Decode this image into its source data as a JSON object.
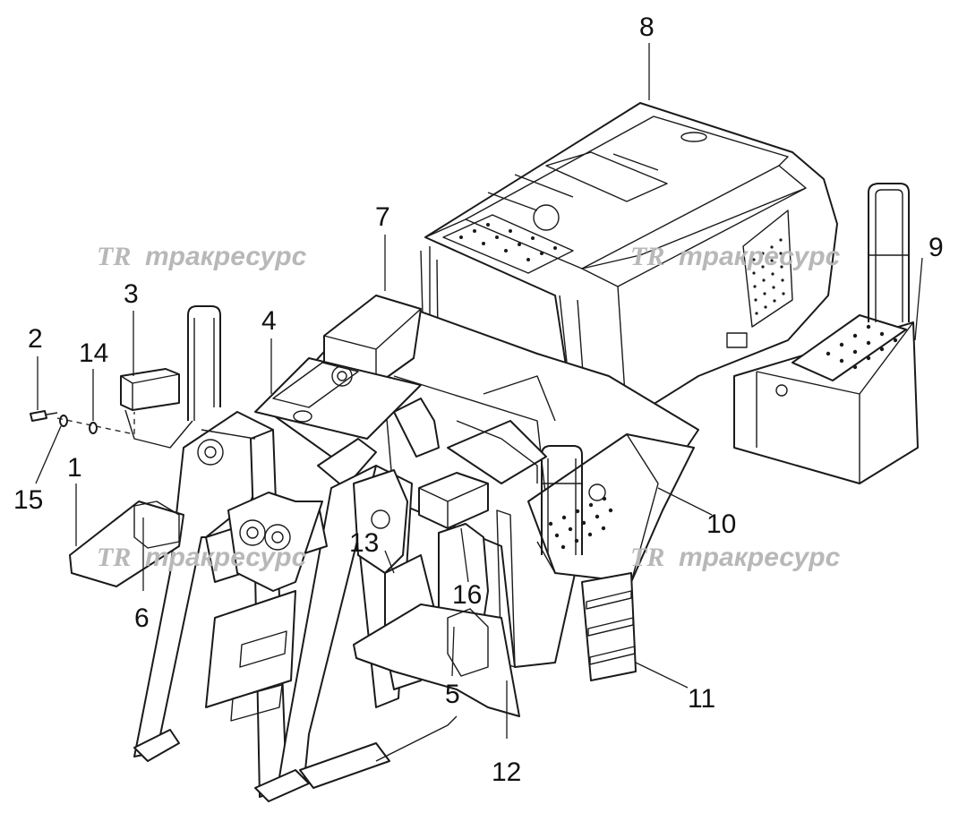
{
  "callouts": [
    {
      "id": "1",
      "label": "1"
    },
    {
      "id": "2",
      "label": "2"
    },
    {
      "id": "3",
      "label": "3"
    },
    {
      "id": "4",
      "label": "4"
    },
    {
      "id": "5",
      "label": "5"
    },
    {
      "id": "6",
      "label": "6"
    },
    {
      "id": "7",
      "label": "7"
    },
    {
      "id": "8",
      "label": "8"
    },
    {
      "id": "9",
      "label": "9"
    },
    {
      "id": "10",
      "label": "10"
    },
    {
      "id": "11",
      "label": "11"
    },
    {
      "id": "12",
      "label": "12"
    },
    {
      "id": "13",
      "label": "13"
    },
    {
      "id": "14",
      "label": "14"
    },
    {
      "id": "15",
      "label": "15"
    },
    {
      "id": "16",
      "label": "16"
    }
  ],
  "watermark": {
    "logo": "TR",
    "text": "тракресурс",
    "color": "#b8b8b8"
  }
}
